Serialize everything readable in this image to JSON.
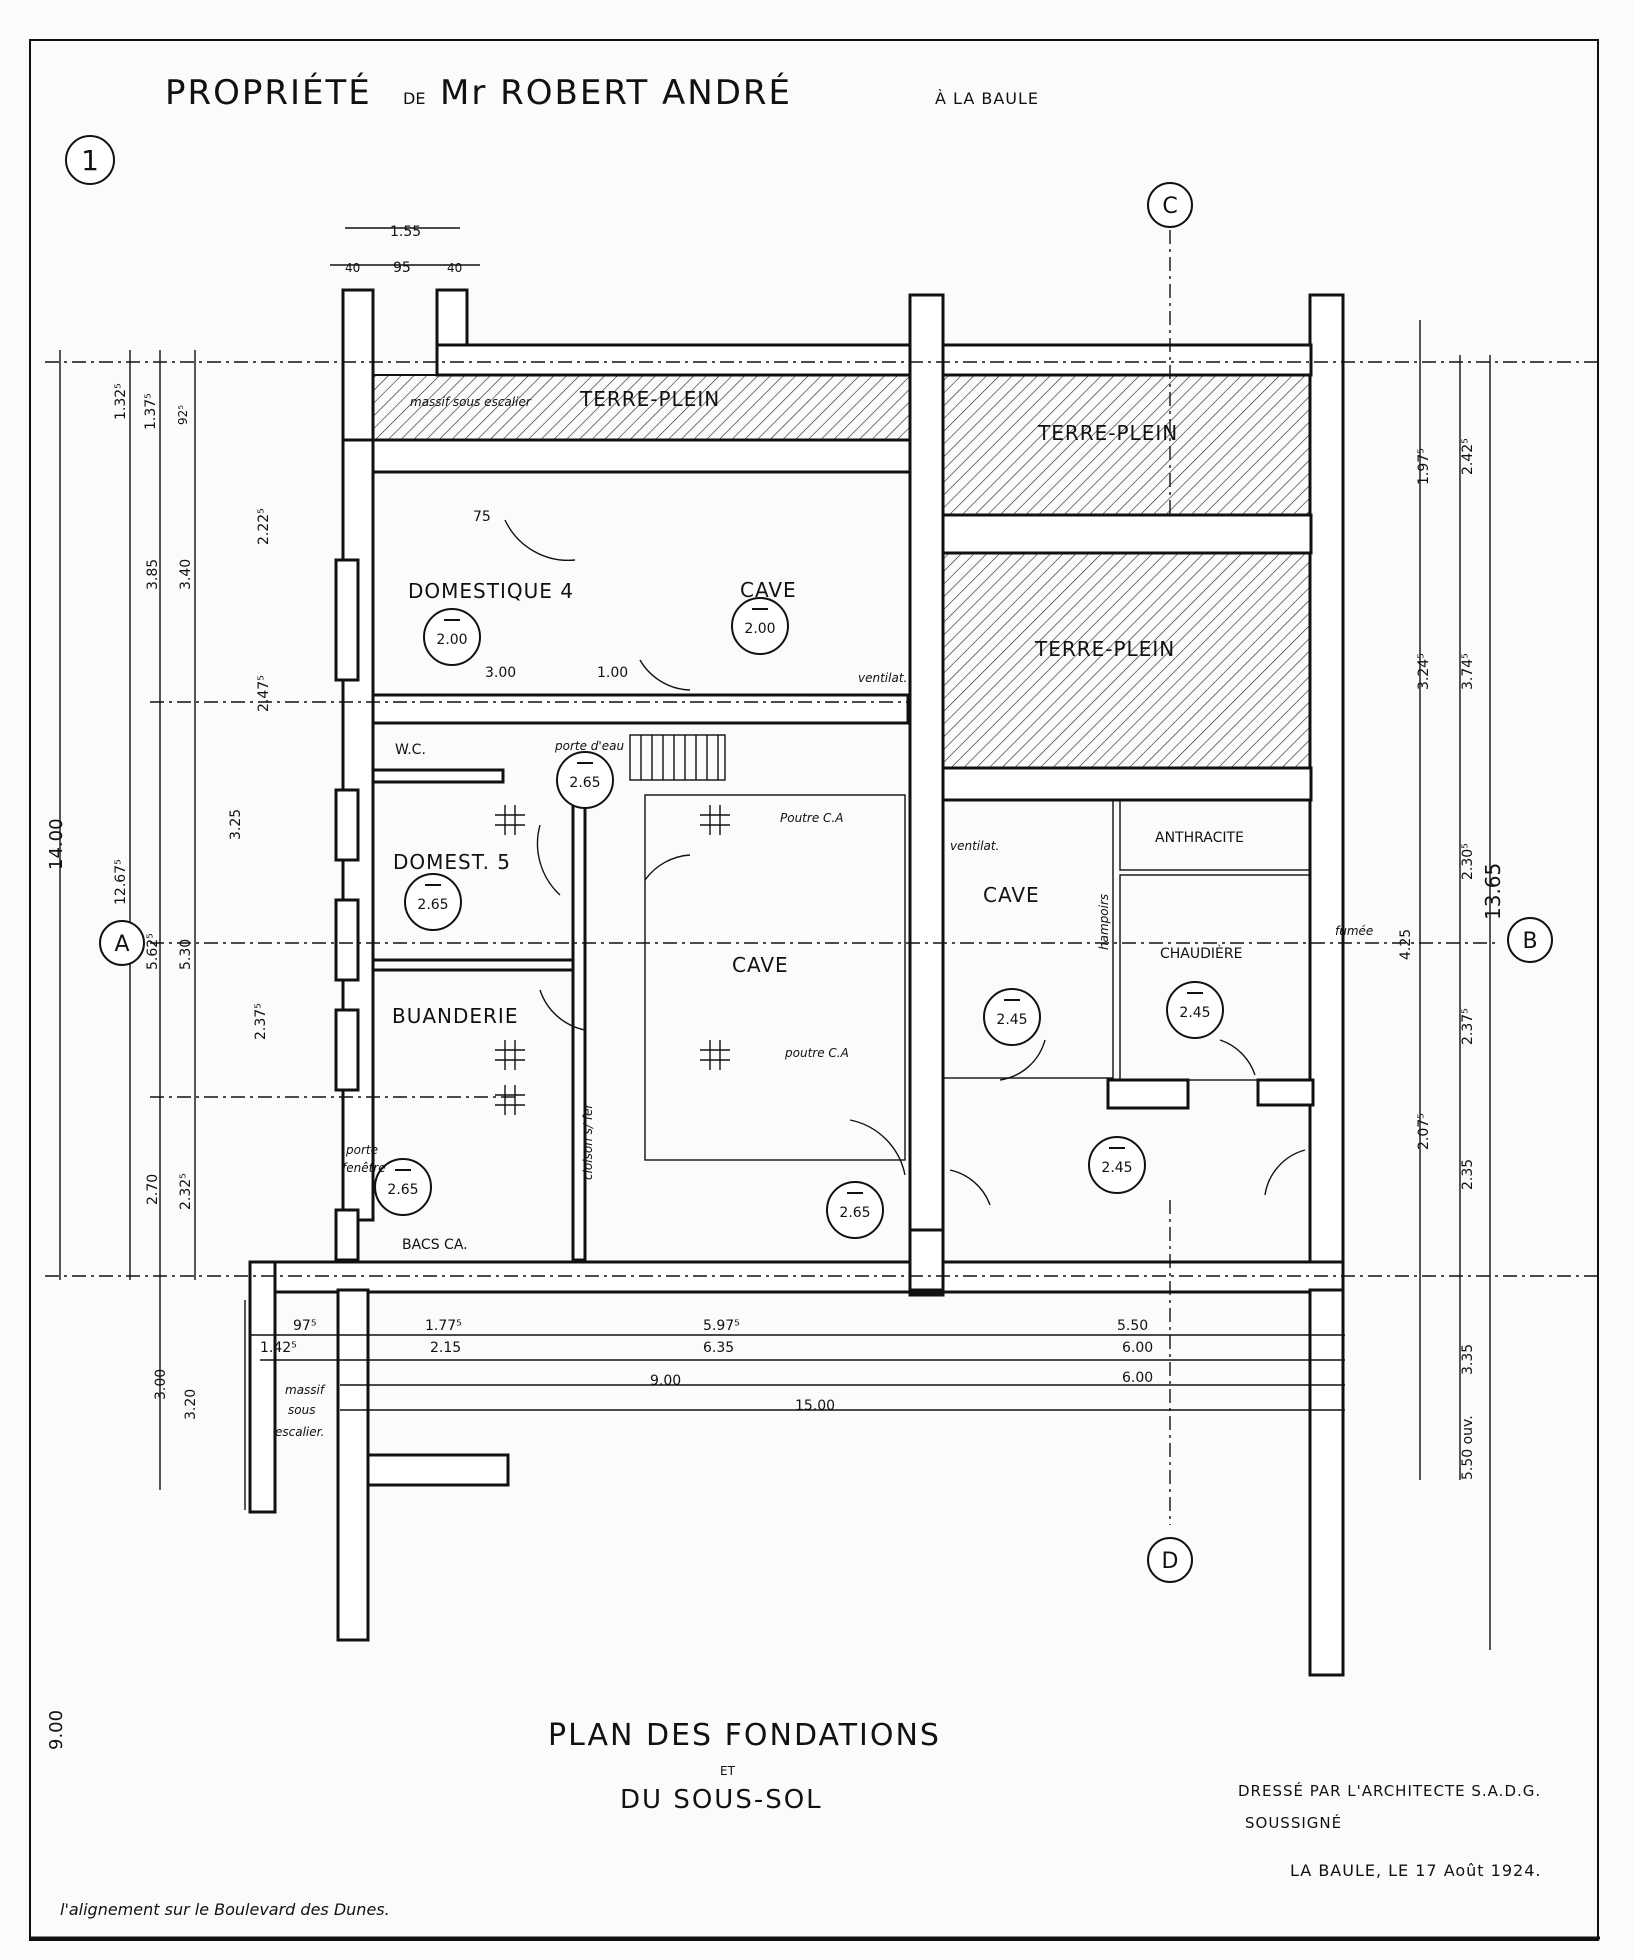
{
  "drawing": {
    "number": "1",
    "title_prefix": "PROPRIÉTÉ",
    "title_de": "DE",
    "title_owner": "Mr ROBERT ANDRÉ",
    "title_place": "À LA BAULE",
    "plan_title_1": "PLAN DES FONDATIONS",
    "plan_title_et": "ET",
    "plan_title_2": "DU SOUS-SOL",
    "signature_1": "DRESSÉ PAR L'ARCHITECTE S.A.D.G.",
    "signature_2": "SOUSSIGNÉ",
    "place_date": "LA BAULE, LE 17 Août 1924.",
    "footer_note": "l'alignement sur le Boulevard des Dunes."
  },
  "axes": {
    "a": "A",
    "b": "B",
    "c": "C",
    "d": "D"
  },
  "rooms": {
    "domestique4": "DOMESTIQUE 4",
    "domest5": "DOMEST. 5",
    "buanderie": "BUANDERIE",
    "wc": "W.C.",
    "cave1": "CAVE",
    "cave2": "CAVE",
    "cave3": "CAVE",
    "terre_plein_top": "TERRE-PLEIN",
    "terre_plein_1": "TERRE-PLEIN",
    "terre_plein_2": "TERRE-PLEIN",
    "anthracite": "ANTHRACITE",
    "chaudiere": "CHAUDIÈRE",
    "bacs": "BACS CA.",
    "massif_top": "massif sous escalier",
    "massif_bottom_1": "massif",
    "massif_bottom_2": "sous",
    "massif_bottom_3": "escalier.",
    "porte_fenetre_1": "porte",
    "porte_fenetre_2": "fenêtre",
    "ventilat_1": "ventilat.",
    "ventilat_2": "ventilat.",
    "poutre_1": "Poutre C.A",
    "poutre_2": "poutre C.A",
    "cloison": "cloison s/ fer",
    "fumee": "fumée",
    "hampoirs": "hampoirs",
    "porte_eau": "porte d'eau"
  },
  "levels": {
    "l1": "2.00",
    "l2": "2.00",
    "l3": "2.65",
    "l4": "2.65",
    "l5": "2.45",
    "l6": "2.45",
    "l7": "2.65",
    "l8": "2.65",
    "l9": "2.45"
  },
  "dims": {
    "d_155": "1.55",
    "d_40a": "40",
    "d_95": "95",
    "d_40b": "40",
    "d_1400": "14.00",
    "d_12675": "12.67⁵",
    "d_1325": "1.32⁵",
    "d_1375": "1.37⁵",
    "d_925": "92⁵",
    "d_225": "2.22⁵",
    "d_385": "3.85",
    "d_340": "3.40",
    "d_2475": "2.47⁵",
    "d_325": "3.25",
    "d_5625": "5.62⁵",
    "d_530": "5.30",
    "d_2375": "2.37⁵",
    "d_2325": "2.32⁵",
    "d_270": "2.70",
    "d_300": "3.00",
    "d_320": "3.20",
    "d_900v": "9.00",
    "d_1365": "13.65",
    "d_1975": "1.97⁵",
    "d_2425": "2.42⁵",
    "d_3245": "3.24⁵",
    "d_3745": "3.74⁵",
    "d_2305": "2.30⁵",
    "d_425": "4.25",
    "d_2375b": "2.37⁵",
    "d_2075": "2.07⁵",
    "d_235": "2.35",
    "d_335": "3.35",
    "d_550ouv": "5.50 ouv.",
    "d_975": "97⁵",
    "d_1425": "1.42⁵",
    "d_1775": "1.77⁵",
    "d_215": "2.15",
    "d_5975": "5.97⁵",
    "d_635": "6.35",
    "d_900": "9.00",
    "d_1500": "15.00",
    "d_550": "5.50",
    "d_600a": "6.00",
    "d_600b": "6.00",
    "d_300b": "3.00",
    "d_100": "1.00",
    "d_75": "75"
  }
}
